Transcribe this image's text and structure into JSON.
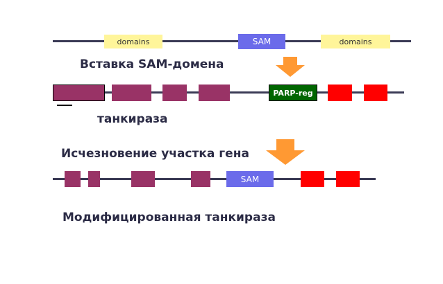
{
  "row1": {
    "domain_left": "domains",
    "sam": "SAM",
    "domain_right": "domains"
  },
  "label_insert": "Вставка SAM-домена",
  "row2": {
    "parp_reg": "PARP-reg"
  },
  "label_tankyrase": "танкираза",
  "label_deletion": "Исчезновение участка гена",
  "row3": {
    "sam": "SAM"
  },
  "label_modified": "Модифицированная танкираза",
  "colors": {
    "domain_box": "#fff59a",
    "sam_box": "#6b6bea",
    "purple_exon": "#993366",
    "red_exon": "#ff0000",
    "parp_reg_box": "#006600",
    "arrow": "#ff9933"
  }
}
